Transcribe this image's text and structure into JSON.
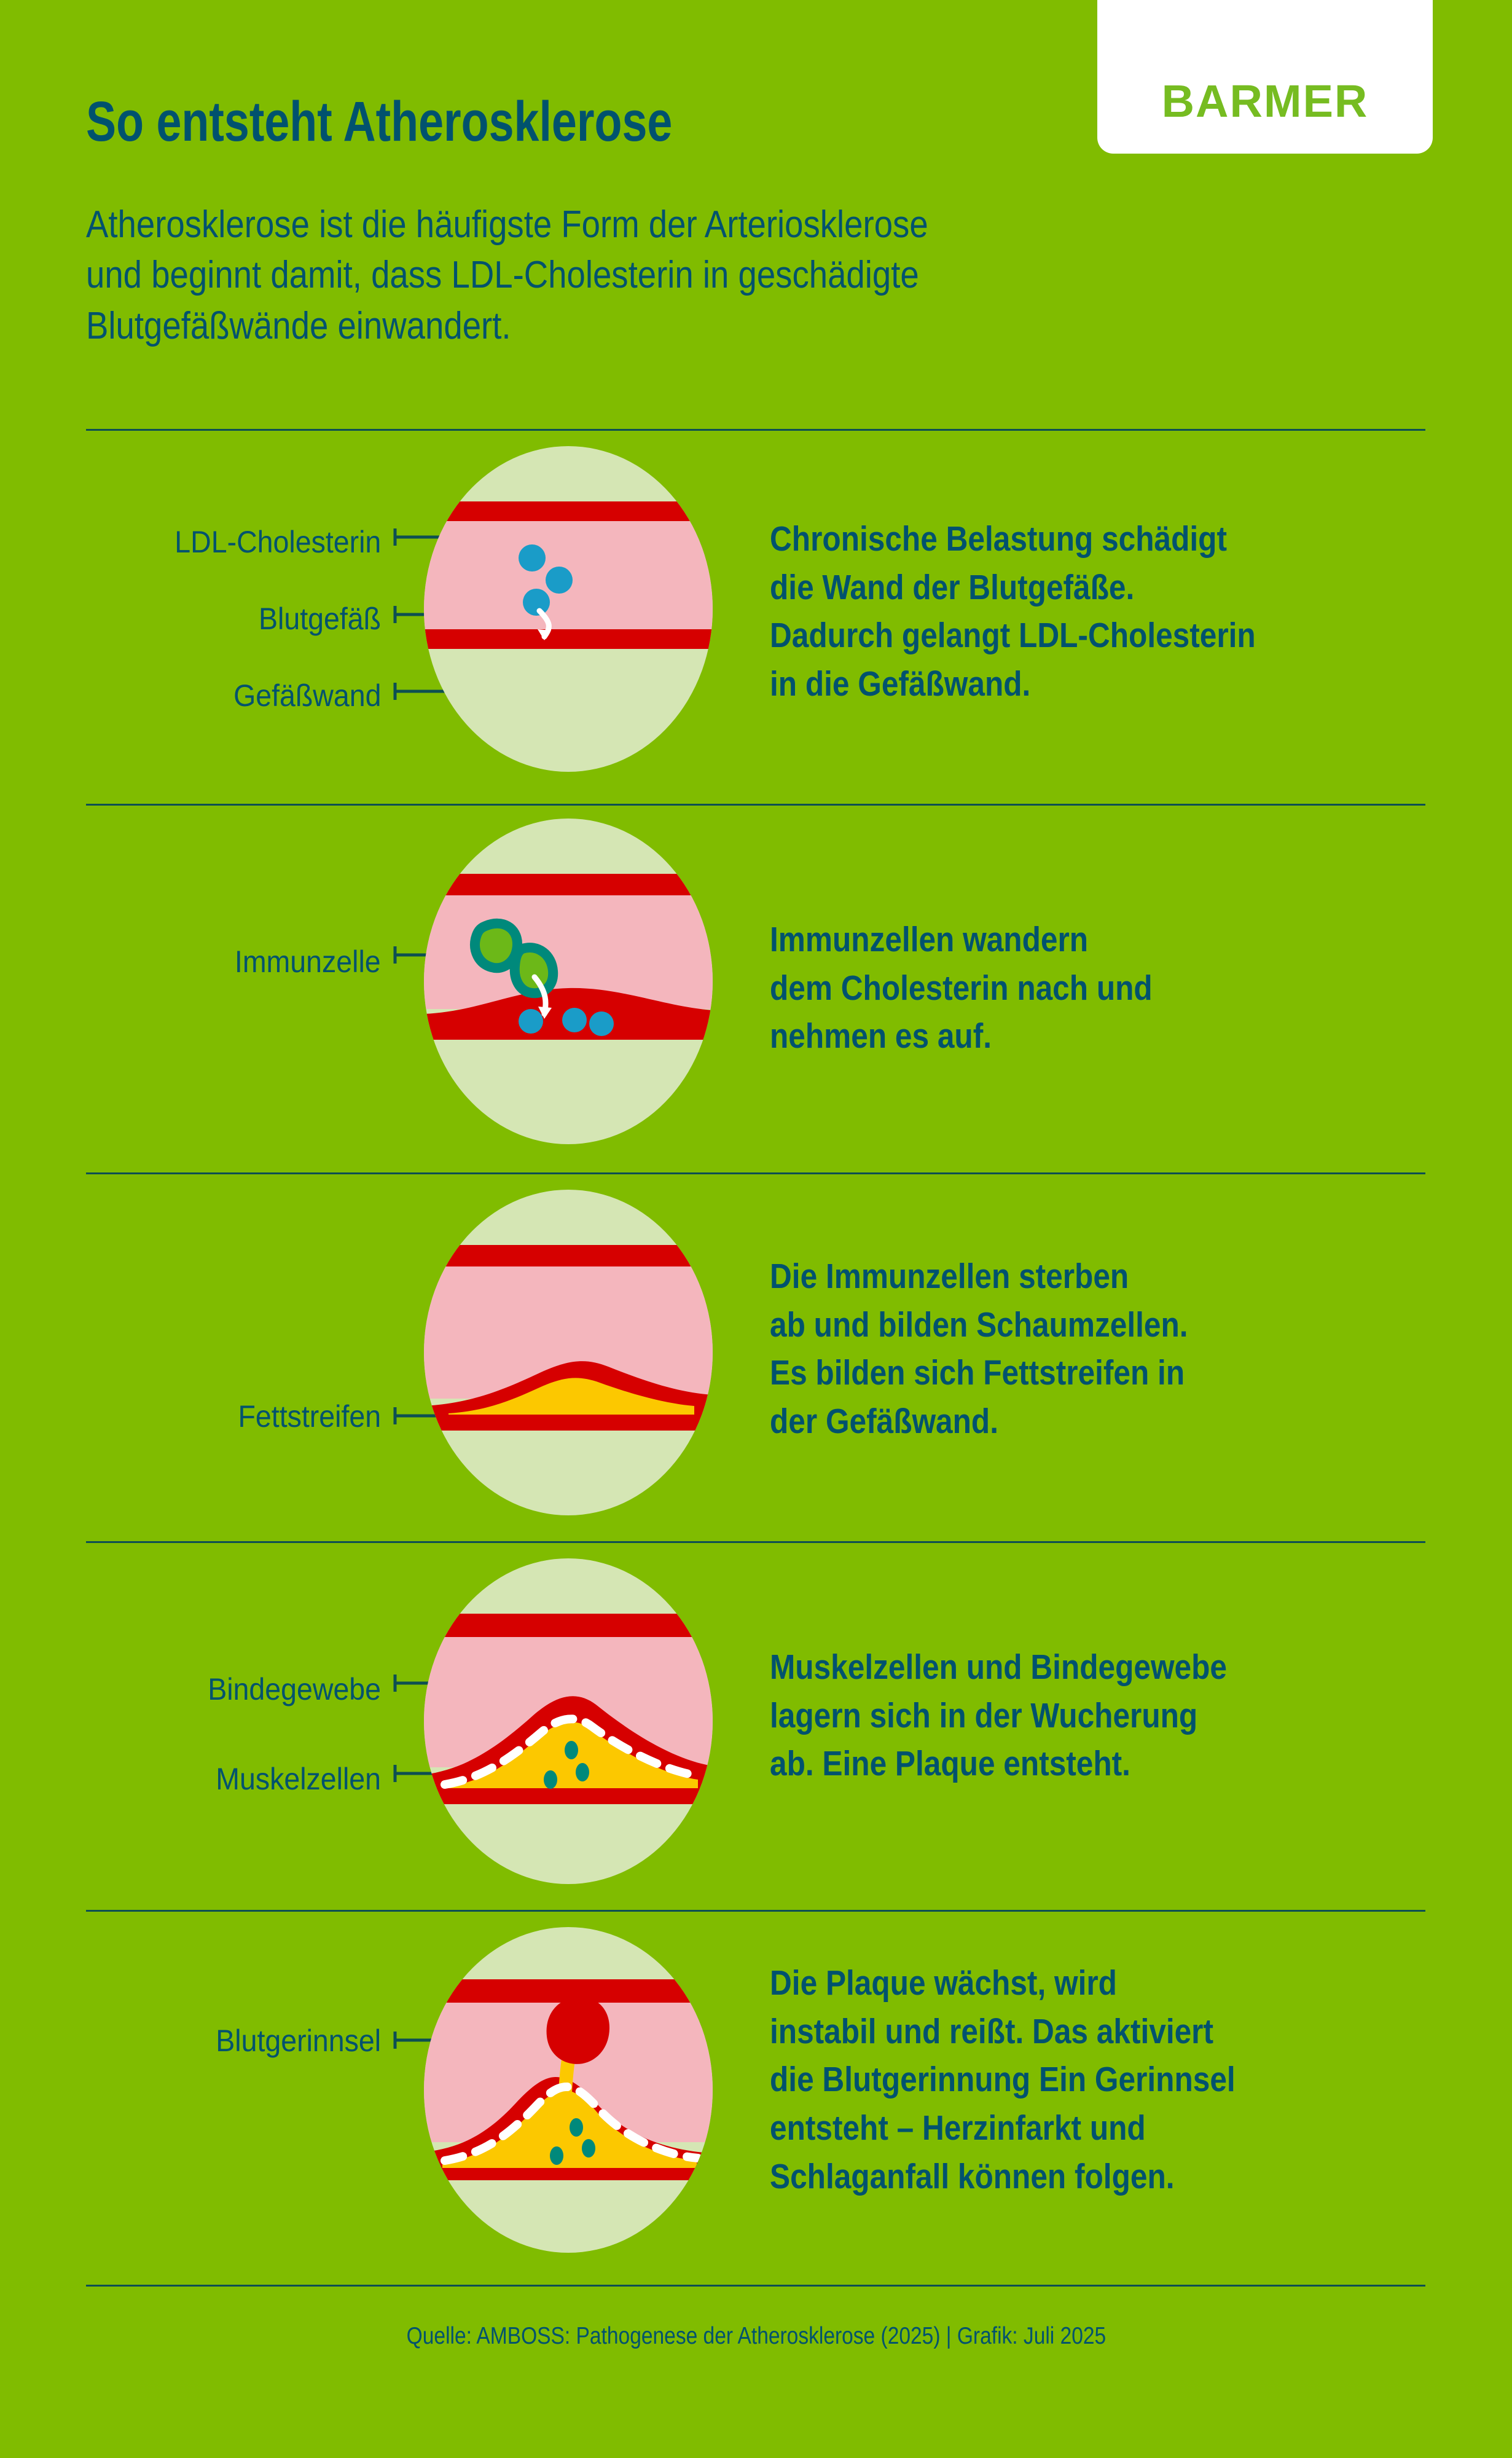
{
  "brand": {
    "logo_text": "BARMER",
    "colors": {
      "background_green": "#80bc00",
      "brand_green": "#76bc21",
      "dark_teal": "#00526e",
      "divider": "#0d4f52",
      "vessel_red": "#d60000",
      "lumen_pink": "#f4b6bd",
      "circle_bg": "#d5e6b4",
      "cholesterol_blue": "#1a9cc8",
      "immune_outline": "#00897b",
      "immune_fill": "#6cb818",
      "fat_yellow": "#fcc800",
      "white": "#ffffff"
    }
  },
  "header": {
    "title": "So entsteht Atherosklerose",
    "subtitle": "Atherosklerose ist die häufigste Form der Arteriosklerose\nund beginnt damit, dass LDL-Cholesterin in geschädigte\nBlutgefäßwände einwandert."
  },
  "steps": [
    {
      "id": "step-1-ldl-cholesterin",
      "labels": [
        "LDL-Cholesterin",
        "Blutgefäß",
        "Gefäßwand"
      ],
      "body": "Chronische Belastung schädigt\ndie Wand der Blutgefäße.\nDadurch gelangt LDL-Cholesterin\nin die Gefäßwand."
    },
    {
      "id": "step-2-immunzelle",
      "labels": [
        "Immunzelle"
      ],
      "body": "Immunzellen wandern\ndem Cholesterin nach und\nnehmen es auf."
    },
    {
      "id": "step-3-fettstreifen",
      "labels": [
        "Fettstreifen"
      ],
      "body": "Die Immunzellen sterben\nab und bilden Schaumzellen.\nEs bilden sich Fettstreifen in\nder Gefäßwand."
    },
    {
      "id": "step-4-plaque",
      "labels": [
        "Bindegewebe",
        "Muskelzellen"
      ],
      "body": "Muskelzellen und Bindegewebe\nlagern sich in der Wucherung\nab. Eine Plaque entsteht."
    },
    {
      "id": "step-5-blutgerinnsel",
      "labels": [
        "Blutgerinnsel"
      ],
      "body": "Die Plaque wächst, wird\ninstabil und reißt. Das aktiviert\ndie Blutgerinnung Ein Gerinnsel\nentsteht – Herzinfarkt und\nSchlaganfall können folgen."
    }
  ],
  "footer": {
    "source": "Quelle: AMBOSS: Pathogenese der Atherosklerose (2025) | Grafik: Juli 2025"
  }
}
